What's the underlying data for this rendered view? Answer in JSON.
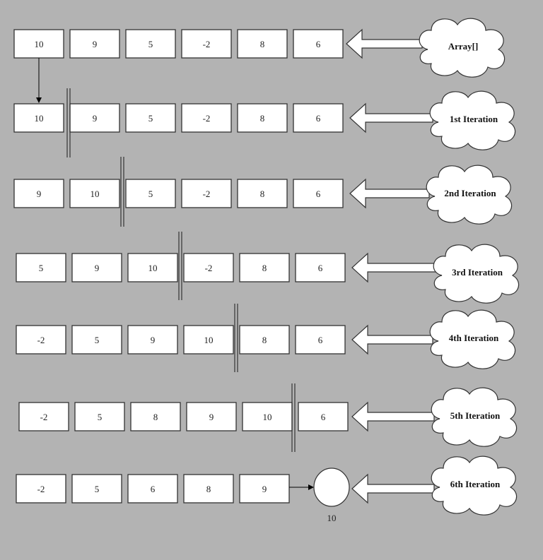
{
  "rows": [
    {
      "label": "Array[]",
      "values": [
        "10",
        "9",
        "5",
        "-2",
        "8",
        "6"
      ]
    },
    {
      "label": "1st Iteration",
      "values": [
        "10",
        "9",
        "5",
        "-2",
        "8",
        "6"
      ]
    },
    {
      "label": "2nd Iteration",
      "values": [
        "9",
        "10",
        "5",
        "-2",
        "8",
        "6"
      ]
    },
    {
      "label": "3rd Iteration",
      "values": [
        "5",
        "9",
        "10",
        "-2",
        "8",
        "6"
      ]
    },
    {
      "label": "4th Iteration",
      "values": [
        "-2",
        "5",
        "9",
        "10",
        "8",
        "6"
      ]
    },
    {
      "label": "5th Iteration",
      "values": [
        "-2",
        "5",
        "8",
        "9",
        "10",
        "6"
      ]
    },
    {
      "label": "6th Iteration",
      "values": [
        "-2",
        "5",
        "6",
        "8",
        "9"
      ]
    }
  ],
  "final_node_label": "10",
  "colors": {
    "background": "#b3b3b3",
    "box_fill": "#ffffff",
    "stroke": "#333333"
  }
}
